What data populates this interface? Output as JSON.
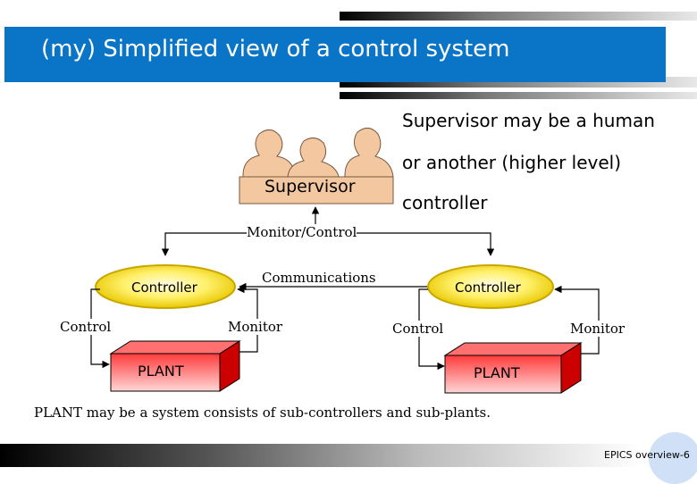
{
  "slide": {
    "title": "(my) Simplified view of a control system",
    "footer": "EPICS overview-6"
  },
  "note": {
    "line1": "Supervisor may be a human",
    "line2": "or another (higher level)",
    "line3": "controller"
  },
  "diagram": {
    "supervisor": "Supervisor",
    "monitor_control": "Monitor/Control",
    "communications": "Communications",
    "controller_left": "Controller",
    "controller_right": "Controller",
    "control_left": "Control",
    "monitor_left": "Monitor",
    "control_right": "Control",
    "monitor_right": "Monitor",
    "plant_left": "PLANT",
    "plant_right": "PLANT"
  },
  "bottom_note": "PLANT may be a system consists of sub-controllers and sub-plants.",
  "colors": {
    "title_bar": "#0a74c6",
    "supervisor_fill": "#f3c8a0",
    "controller_fill": "#f5e200",
    "plant_fill": "#ff5555"
  }
}
